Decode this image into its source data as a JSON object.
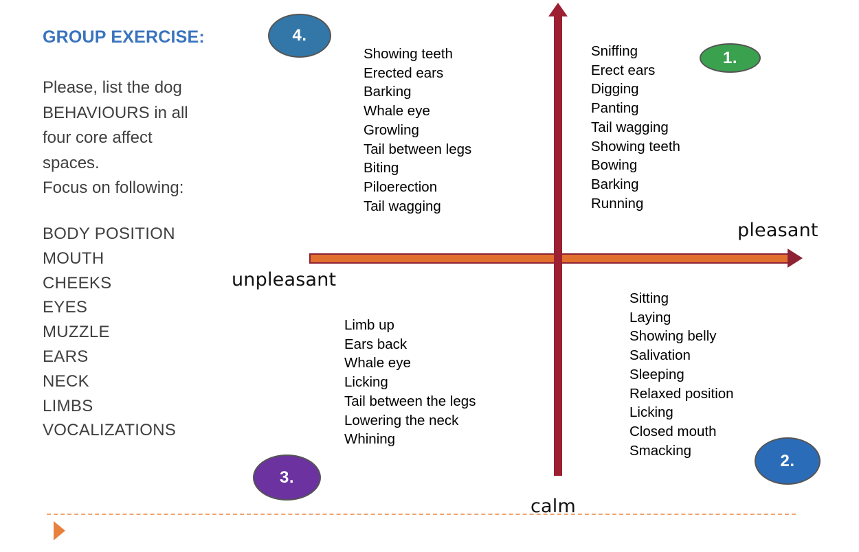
{
  "panel": {
    "title": "GROUP EXERCISE:",
    "intro_lines": [
      "Please, list the dog",
      "BEHAVIOURS in all",
      "four core affect",
      "spaces.",
      "Focus on following:"
    ],
    "focus_items": [
      "BODY POSITION",
      "MOUTH",
      "CHEEKS",
      "EYES",
      "MUZZLE",
      "EARS",
      "NECK",
      "LIMBS",
      "VOCALIZATIONS"
    ]
  },
  "axes": {
    "x_left_label": "unpleasant",
    "x_right_label": "pleasant",
    "bottom_label": "calm",
    "axis_color": "#9c1f32",
    "axis_fill_color": "#e1702f",
    "dashed_line_color": "#f0a571"
  },
  "quadrants": {
    "q1": {
      "badge": "1.",
      "badge_color": "#3aa14f",
      "items": [
        "Sniffing",
        "Erect ears",
        "Digging",
        "Panting",
        "Tail wagging",
        "Showing teeth",
        "Bowing",
        "Barking",
        "Running"
      ]
    },
    "q2": {
      "badge": "2.",
      "badge_color": "#2b6cb8",
      "items": [
        "Sitting",
        "Laying",
        "Showing belly",
        "Salivation",
        "Sleeping",
        "Relaxed position",
        "Licking",
        "Closed mouth",
        "Smacking"
      ]
    },
    "q3": {
      "badge": "3.",
      "badge_color": "#6b32a0",
      "items": [
        "Limb up",
        "Ears back",
        "Whale eye",
        "Licking",
        "Tail between the legs",
        "Lowering the neck",
        "Whining"
      ]
    },
    "q4": {
      "badge": "4.",
      "badge_color": "#3277a8",
      "items": [
        "Showing teeth",
        "Erected ears",
        "Barking",
        "Whale eye",
        "Growling",
        "Tail between legs",
        "Biting",
        "Piloerection",
        "Tail wagging"
      ]
    }
  }
}
